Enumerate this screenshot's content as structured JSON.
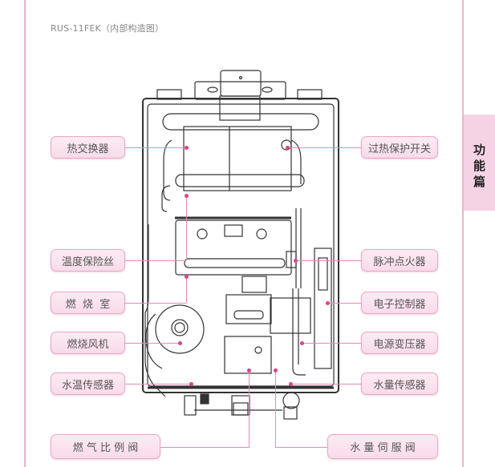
{
  "title": "RUS-11FEK（内部构造图）",
  "side_tab": {
    "chars": [
      "功",
      "能",
      "篇"
    ]
  },
  "colors": {
    "accent": "#e9a7c6",
    "leader": "#e48bb4",
    "tab_bg": "#f6d3e4",
    "line": "#333333"
  },
  "labels": {
    "left": [
      {
        "id": "heat-exchanger",
        "text": "热交换器"
      },
      {
        "id": "thermal-fuse",
        "text": "温度保险丝"
      },
      {
        "id": "combustion-chamber",
        "text": "燃  烧  室"
      },
      {
        "id": "combustion-fan",
        "text": "燃烧风机"
      },
      {
        "id": "water-temp-sensor",
        "text": "水温传感器"
      },
      {
        "id": "gas-proportional-valve",
        "text": "燃 气 比 例 阀"
      }
    ],
    "right": [
      {
        "id": "overheat-switch",
        "text": "过热保护开关"
      },
      {
        "id": "pulse-igniter",
        "text": "脉冲点火器"
      },
      {
        "id": "electronic-controller",
        "text": "电子控制器"
      },
      {
        "id": "power-transformer",
        "text": "电源变压器"
      },
      {
        "id": "water-flow-sensor",
        "text": "水量传感器"
      },
      {
        "id": "water-servo-valve",
        "text": "水 量 伺 服 阀"
      }
    ]
  }
}
